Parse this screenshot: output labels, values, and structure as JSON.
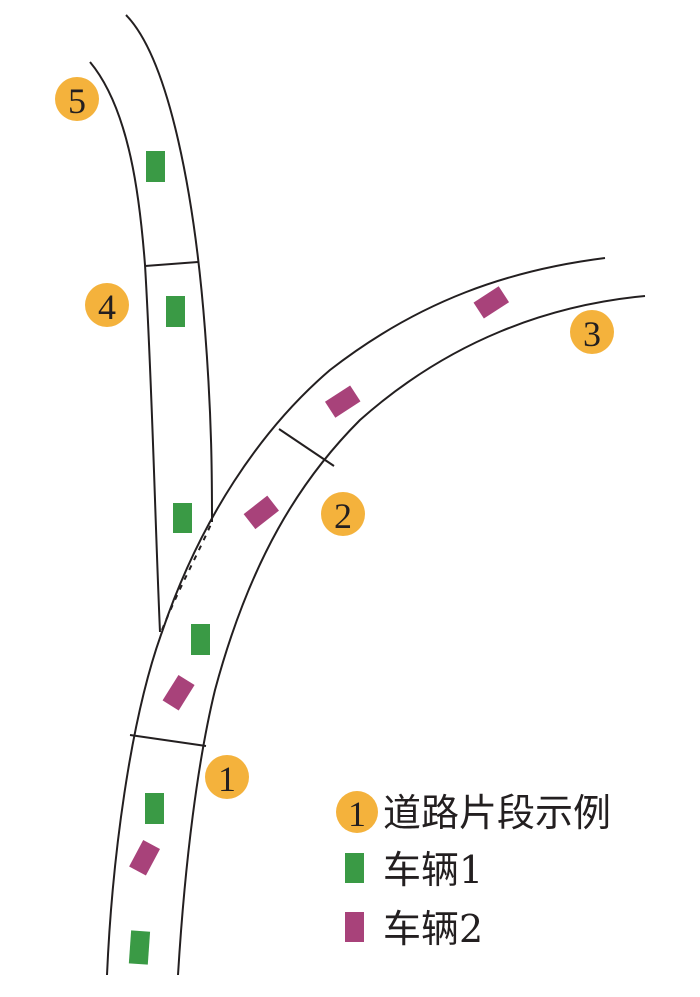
{
  "segments": [
    {
      "label": "1"
    },
    {
      "label": "2"
    },
    {
      "label": "3"
    },
    {
      "label": "4"
    },
    {
      "label": "5"
    }
  ],
  "legend": {
    "segment_marker_sample": "1",
    "segment_label": "道路片段示例",
    "vehicle1_label": "车辆1",
    "vehicle2_label": "车辆2"
  },
  "colors": {
    "marker": "#f4b23c",
    "vehicle1": "#3a9a45",
    "vehicle2": "#a8427a",
    "road": "#231f20"
  }
}
